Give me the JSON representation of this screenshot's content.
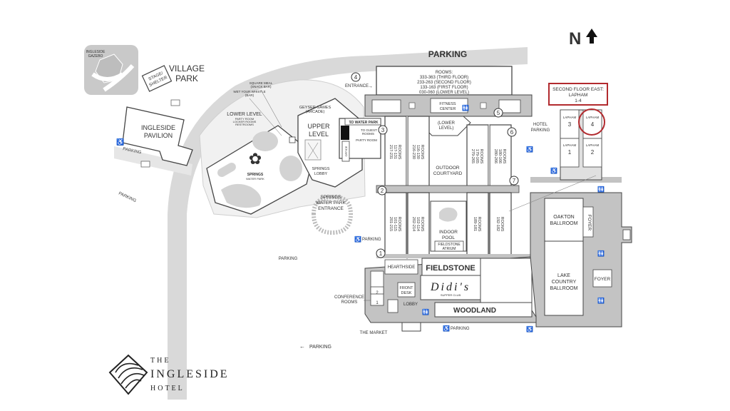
{
  "map": {
    "parking_top": "PARKING",
    "north_label": "N",
    "village_park": [
      "VILLAGE",
      "PARK"
    ],
    "ingleside_gazebo": [
      "INGLESIDE",
      "GAZEBO"
    ],
    "stage_shelter": [
      "STAGE/",
      "SHELTER"
    ],
    "ingleside_pavilion": [
      "INGLESIDE",
      "PAVILION"
    ],
    "parking_left_1": "PARKING",
    "parking_left_2": "PARKING",
    "parking_middle": "PARKING",
    "parking_conf": "PARKING",
    "parking_bottom_middle": "PARKING",
    "parking_bottom_arrow": "PARKING",
    "square_meal": [
      "SQUARE MEAL",
      "(SNACK BAR)"
    ],
    "wet_your_whistle": [
      "WET YOUR WHISTLE",
      "(BAR)"
    ],
    "geyser_games": [
      "GEYSER GAMES",
      "(ARCADE)"
    ],
    "lower_level_list": [
      "LOWER LEVEL",
      "PARTY ROOM",
      "LOCKER ROOMS",
      "RESTROOMS"
    ],
    "upper_level": [
      "UPPER",
      "LEVEL"
    ],
    "springs_logo": [
      "SPRINGS",
      "WATER PARK"
    ],
    "springs_lobby": [
      "SPRINGS",
      "LOBBY"
    ],
    "springs_entrance": [
      "SPRINGS",
      "WATER PARK",
      "ENTRANCE"
    ],
    "to_water_park": "TO WATER PARK",
    "to_guest_rooms": [
      "TO GUEST",
      "ROOMS"
    ],
    "party_room": "PARTY ROOM",
    "office": "OFFICE",
    "rooms_main": [
      "ROOMS:",
      "333-363 (THIRD FLOOR)",
      "233-263 (SECOND FLOOR)",
      "133-163 (FIRST FLOOR)",
      "030-060 (LOWER LEVEL)"
    ],
    "entrance": "ENTRANCE",
    "fitness_center": [
      "FITNESS",
      "CENTER"
    ],
    "lower_level": [
      "(LOWER",
      "LEVEL)"
    ],
    "outdoor_courtyard": [
      "OUTDOOR",
      "COURTYARD"
    ],
    "rooms_a": [
      "ROOMS",
      "117-131",
      "217-231"
    ],
    "rooms_b": [
      "ROOMS",
      "116-130",
      "216-230"
    ],
    "rooms_c": [
      "ROOMS",
      "179-165",
      "279-265"
    ],
    "rooms_d": [
      "ROOMS",
      "180-166",
      "280-266"
    ],
    "rooms_e": [
      "ROOMS",
      "101-115",
      "201-215"
    ],
    "rooms_f": [
      "ROOMS",
      "102-114",
      "202-214"
    ],
    "rooms_g": [
      "ROOMS",
      "189-181"
    ],
    "rooms_h": [
      "ROOMS",
      "192-182"
    ],
    "indoor_pool": [
      "INDOOR",
      "POOL"
    ],
    "fieldstone_atrium": [
      "FIELDSTONE",
      "ATRIUM"
    ],
    "fieldstone": "FIELDSTONE",
    "hearthside": "HEARTHSIDE",
    "front_desk": [
      "FRONT",
      "DESK"
    ],
    "lobby": "LOBBY",
    "didis": "Didi's",
    "supper_club": "SUPPER CLUB",
    "woodland": "WOODLAND",
    "conference_rooms": [
      "CONFERENCE",
      "ROOMS"
    ],
    "the_market": "THE MARKET",
    "conf_numbers": [
      "2",
      "1"
    ],
    "second_floor_east": [
      "SECOND FLOOR EAST:",
      "LAPHAM",
      "1-4"
    ],
    "hotel_parking": [
      "HOTEL",
      "PARKING"
    ],
    "lapham": "LAPHAM",
    "lapham_numbers": [
      "3",
      "4",
      "1",
      "2"
    ],
    "oakton_ballroom": [
      "OAKTON",
      "BALLROOM"
    ],
    "lake_country_ballroom": [
      "LAKE",
      "COUNTRY",
      "BALLROOM"
    ],
    "foyer": "FOYER",
    "markers": [
      "1",
      "2",
      "3",
      "4",
      "5",
      "6",
      "7"
    ],
    "logo": [
      "THE",
      "INGLESIDE",
      "HOTEL"
    ]
  },
  "colors": {
    "road": "#d9d9d9",
    "corridor": "#c3c3c3",
    "building_outline": "#444444",
    "text": "#333333",
    "highlight": "#b22a2e",
    "waterpark_ground": "#ececec"
  }
}
